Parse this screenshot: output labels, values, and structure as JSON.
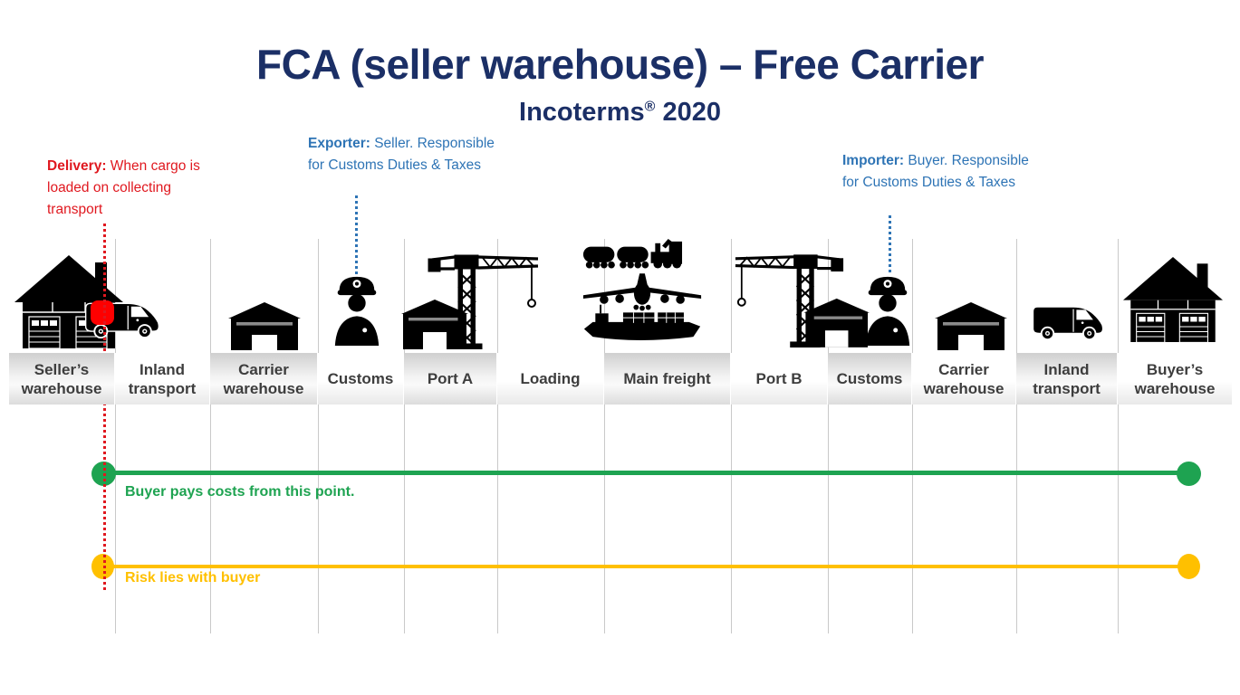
{
  "title": "FCA (seller warehouse) – Free Carrier",
  "subtitle": {
    "brand": "Incoterms",
    "reg": "®",
    "year": "2020"
  },
  "annotations": {
    "delivery": {
      "label": "Delivery:",
      "text": "When cargo is loaded on collecting transport"
    },
    "exporter": {
      "label": "Exporter:",
      "text": "Seller. Responsible for Customs Duties & Taxes"
    },
    "importer": {
      "label": "Importer:",
      "text": "Buyer. Responsible for Customs Duties & Taxes"
    }
  },
  "stages": [
    {
      "label": "Seller’s warehouse",
      "icon": "warehouse-building-icon",
      "shaded": true
    },
    {
      "label": "Inland transport",
      "icon": "delivery-van-icon",
      "shaded": false
    },
    {
      "label": "Carrier warehouse",
      "icon": "hangar-icon",
      "shaded": true
    },
    {
      "label": "Customs",
      "icon": "customs-officer-icon",
      "shaded": false
    },
    {
      "label": "Port A",
      "icon": "port-crane-icon",
      "shaded": true
    },
    {
      "label": "Loading",
      "icon": "none",
      "shaded": false
    },
    {
      "label": "Main freight",
      "icon": "train-plane-ship-icon",
      "shaded": true
    },
    {
      "label": "Port B",
      "icon": "port-crane-icon",
      "shaded": false
    },
    {
      "label": "Customs",
      "icon": "customs-officer-icon",
      "shaded": true
    },
    {
      "label": "Carrier warehouse",
      "icon": "hangar-icon",
      "shaded": false
    },
    {
      "label": "Inland transport",
      "icon": "delivery-van-icon",
      "shaded": true
    },
    {
      "label": "Buyer’s warehouse",
      "icon": "warehouse-building-icon",
      "shaded": false
    }
  ],
  "cost_line": {
    "text": "Buyer pays costs from this point.",
    "color": "#1ea351"
  },
  "risk_line": {
    "text": "Risk lies with buyer",
    "color": "#ffc000"
  },
  "colors": {
    "title_navy": "#1b2f66",
    "delivery_red": "#e0181f",
    "customs_blue": "#2e74b5",
    "cargo_box_red": "#fe0000",
    "gridline_gray": "#c9c9c9"
  }
}
